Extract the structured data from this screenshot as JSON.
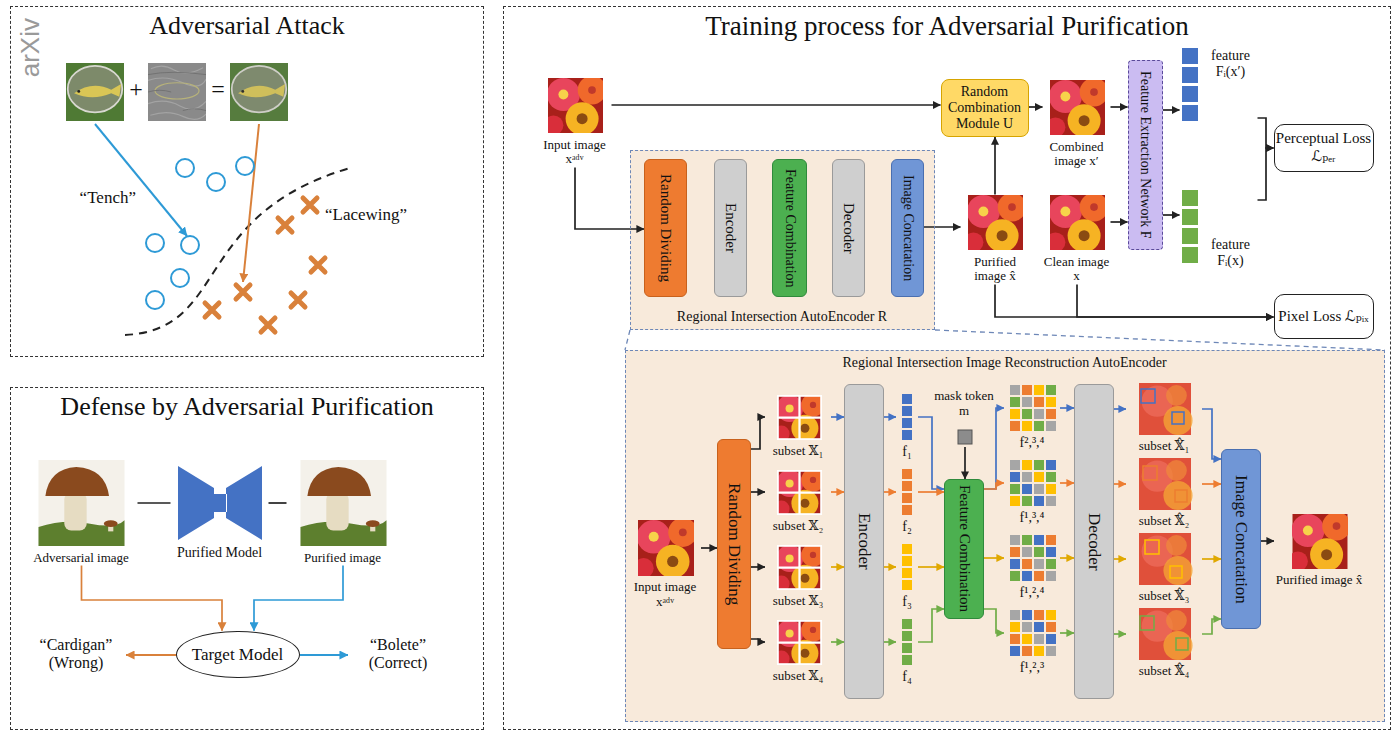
{
  "diagram": {
    "nodes": [
      {
        "text": [
          "Adversarial Attack"
        ]
      },
      {
        "text": [
          "Defense by Adversarial Purification"
        ]
      },
      {
        "text": [
          "Adversarial image"
        ],
        "in": 1
      },
      {
        "text": [
          "Purified Model"
        ],
        "in": 1
      },
      {
        "text": [
          "Purified image"
        ],
        "in": 1
      },
      {
        "text": [
          "Target Model"
        ],
        "in": 1
      },
      {
        "text": [
          "Training process for Adversarial Purification"
        ]
      },
      {
        "text": [
          "Input image xᵃᵈᵛ"
        ],
        "in": 6
      },
      {
        "text": [
          "Regional Intersection AutoEncoder R"
        ],
        "in": 6
      },
      {
        "text": [
          "Random Dividing"
        ],
        "in": 8
      },
      {
        "text": [
          "Encoder"
        ],
        "in": 8
      },
      {
        "text": [
          "Feature Combination"
        ],
        "in": 8
      },
      {
        "text": [
          "Decoder"
        ],
        "in": 8
      },
      {
        "text": [
          "Image Concatation"
        ],
        "in": 8
      },
      {
        "text": [
          "Random Combination Module U"
        ],
        "in": 6
      },
      {
        "text": [
          "Combined image x′"
        ],
        "in": 6
      },
      {
        "text": [
          "Feature Extraction Network F"
        ],
        "in": 6
      },
      {
        "text": [
          "feature Fᵢ(x′)"
        ],
        "in": 6
      },
      {
        "text": [
          "Perceptual Loss ℒₚₑᵣ"
        ],
        "in": 6
      },
      {
        "text": [
          "Purified image x̂"
        ],
        "in": 6
      },
      {
        "text": [
          "Clean image x"
        ],
        "in": 6
      },
      {
        "text": [
          "feature Fᵢ(x)"
        ],
        "in": 6
      },
      {
        "text": [
          "Pixel Loss ℒₚᵢₓ"
        ],
        "in": 6
      },
      {
        "text": [
          "Regional Intersection Image Reconstruction AutoEncoder"
        ],
        "in": 6
      },
      {
        "text": [
          "Input image xᵃᵈᵛ"
        ],
        "in": 23
      },
      {
        "text": [
          "Random Dividing"
        ],
        "in": 23
      },
      {
        "text": [
          "subset 𝕏₁"
        ],
        "in": 23
      },
      {
        "text": [
          "subset 𝕏₂"
        ],
        "in": 23
      },
      {
        "text": [
          "subset 𝕏₃"
        ],
        "in": 23
      },
      {
        "text": [
          "subset 𝕏₄"
        ],
        "in": 23
      },
      {
        "text": [
          "Encoder"
        ],
        "in": 23
      },
      {
        "text": [
          "f₁"
        ],
        "in": 23
      },
      {
        "text": [
          "f₂"
        ],
        "in": 23
      },
      {
        "text": [
          "f₃"
        ],
        "in": 23
      },
      {
        "text": [
          "f₄"
        ],
        "in": 23
      },
      {
        "text": [
          "mask token m"
        ],
        "in": 23
      },
      {
        "text": [
          "Feature Combination"
        ],
        "in": 23
      },
      {
        "text": [
          "f²,³,⁴"
        ],
        "in": 23
      },
      {
        "text": [
          "f¹,³,⁴"
        ],
        "in": 23
      },
      {
        "text": [
          "f¹,²,⁴"
        ],
        "in": 23
      },
      {
        "text": [
          "f¹,²,³"
        ],
        "in": 23
      },
      {
        "text": [
          "Decoder"
        ],
        "in": 23
      },
      {
        "text": [
          "subset 𝕏̂₁"
        ],
        "in": 23
      },
      {
        "text": [
          "subset 𝕏̂₂"
        ],
        "in": 23
      },
      {
        "text": [
          "subset 𝕏̂₃"
        ],
        "in": 23
      },
      {
        "text": [
          "subset 𝕏̂₄"
        ],
        "in": 23
      },
      {
        "text": [
          "Image Concatation"
        ],
        "in": 23
      },
      {
        "text": [
          "Purified image x̂"
        ],
        "in": 23
      }
    ],
    "edges": [
      {
        "from": 2,
        "to": 3,
        "arrow": "none"
      },
      {
        "from": 3,
        "to": 4,
        "arrow": "none"
      },
      {
        "from": 2,
        "to": 5,
        "arrow": "to"
      },
      {
        "from": 4,
        "to": 5,
        "arrow": "to"
      },
      {
        "from": 7,
        "to": 14,
        "arrow": "to"
      },
      {
        "from": 7,
        "to": 9,
        "arrow": "to"
      },
      {
        "from": 13,
        "to": 19,
        "arrow": "to"
      },
      {
        "from": 19,
        "to": 14,
        "arrow": "to"
      },
      {
        "from": 14,
        "to": 15,
        "arrow": "to"
      },
      {
        "from": 15,
        "to": 16,
        "arrow": "to"
      },
      {
        "from": 20,
        "to": 16,
        "arrow": "to"
      },
      {
        "from": 16,
        "to": 17,
        "arrow": "to"
      },
      {
        "from": 16,
        "to": 21,
        "arrow": "to"
      },
      {
        "from": 17,
        "to": 18,
        "arrow": "to"
      },
      {
        "from": 21,
        "to": 18,
        "arrow": "to"
      },
      {
        "from": 19,
        "to": 22,
        "arrow": "to"
      },
      {
        "from": 20,
        "to": 22,
        "arrow": "to"
      },
      {
        "from": 24,
        "to": 25,
        "arrow": "to"
      },
      {
        "from": 25,
        "to": 26,
        "arrow": "to"
      },
      {
        "from": 25,
        "to": 27,
        "arrow": "to"
      },
      {
        "from": 25,
        "to": 28,
        "arrow": "to"
      },
      {
        "from": 25,
        "to": 29,
        "arrow": "to"
      },
      {
        "from": 26,
        "to": 30,
        "arrow": "to"
      },
      {
        "from": 27,
        "to": 30,
        "arrow": "to"
      },
      {
        "from": 28,
        "to": 30,
        "arrow": "to"
      },
      {
        "from": 29,
        "to": 30,
        "arrow": "to"
      },
      {
        "from": 30,
        "to": 31,
        "arrow": "to"
      },
      {
        "from": 30,
        "to": 32,
        "arrow": "to"
      },
      {
        "from": 30,
        "to": 33,
        "arrow": "to"
      },
      {
        "from": 30,
        "to": 34,
        "arrow": "to"
      },
      {
        "from": 31,
        "to": 36,
        "arrow": "to"
      },
      {
        "from": 32,
        "to": 36,
        "arrow": "to"
      },
      {
        "from": 33,
        "to": 36,
        "arrow": "to"
      },
      {
        "from": 34,
        "to": 36,
        "arrow": "to"
      },
      {
        "from": 35,
        "to": 36,
        "arrow": "to"
      },
      {
        "from": 36,
        "to": 37,
        "arrow": "to"
      },
      {
        "from": 36,
        "to": 38,
        "arrow": "to"
      },
      {
        "from": 36,
        "to": 39,
        "arrow": "to"
      },
      {
        "from": 36,
        "to": 40,
        "arrow": "to"
      },
      {
        "from": 37,
        "to": 41,
        "arrow": "to"
      },
      {
        "from": 38,
        "to": 41,
        "arrow": "to"
      },
      {
        "from": 39,
        "to": 41,
        "arrow": "to"
      },
      {
        "from": 40,
        "to": 41,
        "arrow": "to"
      },
      {
        "from": 41,
        "to": 42,
        "arrow": "to"
      },
      {
        "from": 41,
        "to": 43,
        "arrow": "to"
      },
      {
        "from": 41,
        "to": 44,
        "arrow": "to"
      },
      {
        "from": 41,
        "to": 45,
        "arrow": "to"
      },
      {
        "from": 42,
        "to": 46,
        "arrow": "to"
      },
      {
        "from": 43,
        "to": 46,
        "arrow": "to"
      },
      {
        "from": 44,
        "to": 46,
        "arrow": "to"
      },
      {
        "from": 45,
        "to": 46,
        "arrow": "to"
      },
      {
        "from": 46,
        "to": 47,
        "arrow": "to"
      }
    ],
    "labels": [
      "arXiv",
      "+",
      "=",
      "“Tench”",
      "“Lacewing”",
      "“Cardigan” (Wrong)",
      "“Bolete” (Correct)"
    ]
  }
}
